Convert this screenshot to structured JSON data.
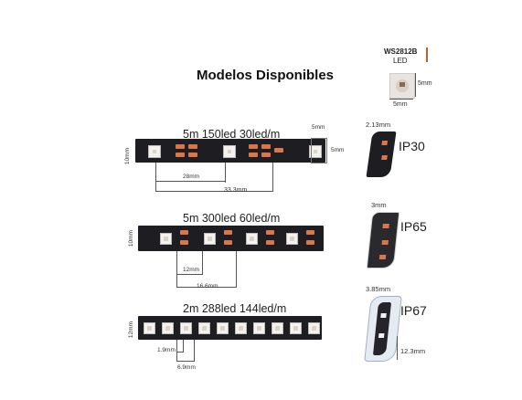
{
  "title": "Modelos Disponibles",
  "led_chip": {
    "name": "WS2812B",
    "type": "LED",
    "dim_side": "5mm",
    "dim_bottom": "5mm",
    "accent": "#b5652c"
  },
  "strips": [
    {
      "label": "5m 150led 30led/m",
      "dims": [
        "10mm",
        "5mm",
        "5mm",
        "28mm",
        "33.3mm"
      ]
    },
    {
      "label": "5m 300led 60led/m",
      "dims": [
        "10mm",
        "12mm",
        "16.6mm"
      ]
    },
    {
      "label": "2m 288led 144led/m",
      "dims": [
        "12mm",
        "1.9mm",
        "6.9mm"
      ]
    }
  ],
  "ratings": [
    {
      "label": "IP30",
      "dim": "2.13mm"
    },
    {
      "label": "IP65",
      "dim": "3mm"
    },
    {
      "label": "IP67",
      "dim": "3.85mm",
      "dim2": "12.3mm"
    }
  ],
  "colors": {
    "strip": "#1e1e22",
    "resistor": "#d9774a",
    "chip": "#f4f1ee"
  }
}
